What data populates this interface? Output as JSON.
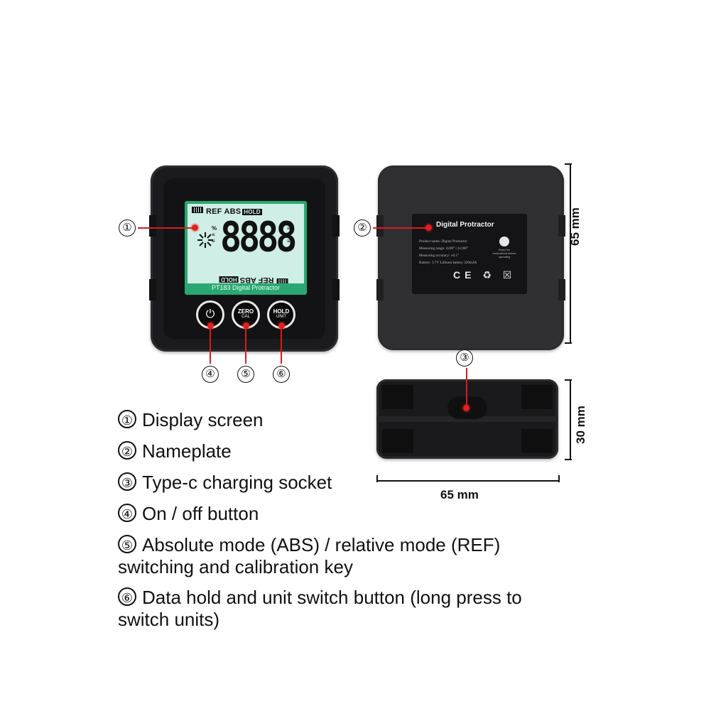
{
  "front_device": {
    "lcd_top": "REF ABS",
    "lcd_hold": "HOLD",
    "lcd_digits": "8888",
    "lcd_bottom": "REF ABS",
    "lcd_bottom_hold": "HOLD",
    "lcd_footer": "PT183 Digital Protractor",
    "buttons": [
      {
        "top": "",
        "bottom": ""
      },
      {
        "top": "ZERO",
        "bottom": "CAL"
      },
      {
        "top": "HOLD",
        "bottom": "UNIT"
      }
    ]
  },
  "nameplate": {
    "title": "Digital Protractor",
    "specs": [
      "Product name: Digital Protractor",
      "Measuring range: 4x90° | 2x180°",
      "Measuring accuracy: ±0.1°",
      "Battery: 3.7V Lithium battery 320mAh"
    ],
    "read_note": "Read the instructions before operating",
    "marks": "CE ♻ ☒"
  },
  "callouts": [
    "①",
    "②",
    "③",
    "④",
    "⑤",
    "⑥"
  ],
  "dimensions": {
    "height_front": "65 mm",
    "height_side": "30 mm",
    "width_side": "65 mm"
  },
  "legend": [
    {
      "num": "①",
      "text": "Display screen"
    },
    {
      "num": "②",
      "text": "Nameplate"
    },
    {
      "num": "③",
      "text": "Type-c charging socket"
    },
    {
      "num": "④",
      "text": "On / off button"
    },
    {
      "num": "⑤",
      "text": "Absolute mode (ABS) / relative mode (REF)",
      "text2": "switching and calibration key"
    },
    {
      "num": "⑥",
      "text": "Data hold and unit switch button (long press to",
      "text2": "switch units)"
    }
  ],
  "colors": {
    "accent_red": "#e31f1f",
    "lcd_green": "#2aa872",
    "lcd_bg": "#cfeee6",
    "device": "#1b1b1d"
  }
}
